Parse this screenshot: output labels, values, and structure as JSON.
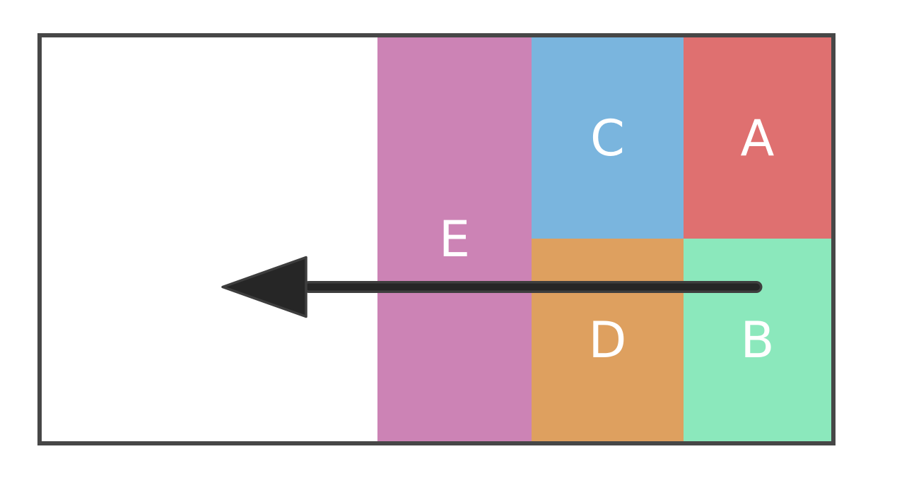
{
  "diagram": {
    "type": "block-diagram",
    "background_color": "#ffffff",
    "container": {
      "name": "bounding-box",
      "border_color": "#474747",
      "fill_color": "#ffffff"
    },
    "blocks": [
      {
        "id": "E",
        "label": "E",
        "color": "#cc83b5",
        "position": "middle column, full height"
      },
      {
        "id": "C",
        "label": "C",
        "color": "#7ab5de",
        "position": "top row, second column"
      },
      {
        "id": "A",
        "label": "A",
        "color": "#df7070",
        "position": "top row, right column"
      },
      {
        "id": "D",
        "label": "D",
        "color": "#dea05f",
        "position": "bottom row, second column"
      },
      {
        "id": "B",
        "label": "B",
        "color": "#8be8bc",
        "position": "bottom row, right column"
      }
    ],
    "label_color": "#ffffff",
    "arrow": {
      "name": "left-arrow",
      "direction": "left",
      "fill_color": "#262626",
      "outline_color": "#3e3e3e",
      "description": "thick horizontal arrow starting inside block B, crossing D and E, pointing left into empty space"
    }
  }
}
